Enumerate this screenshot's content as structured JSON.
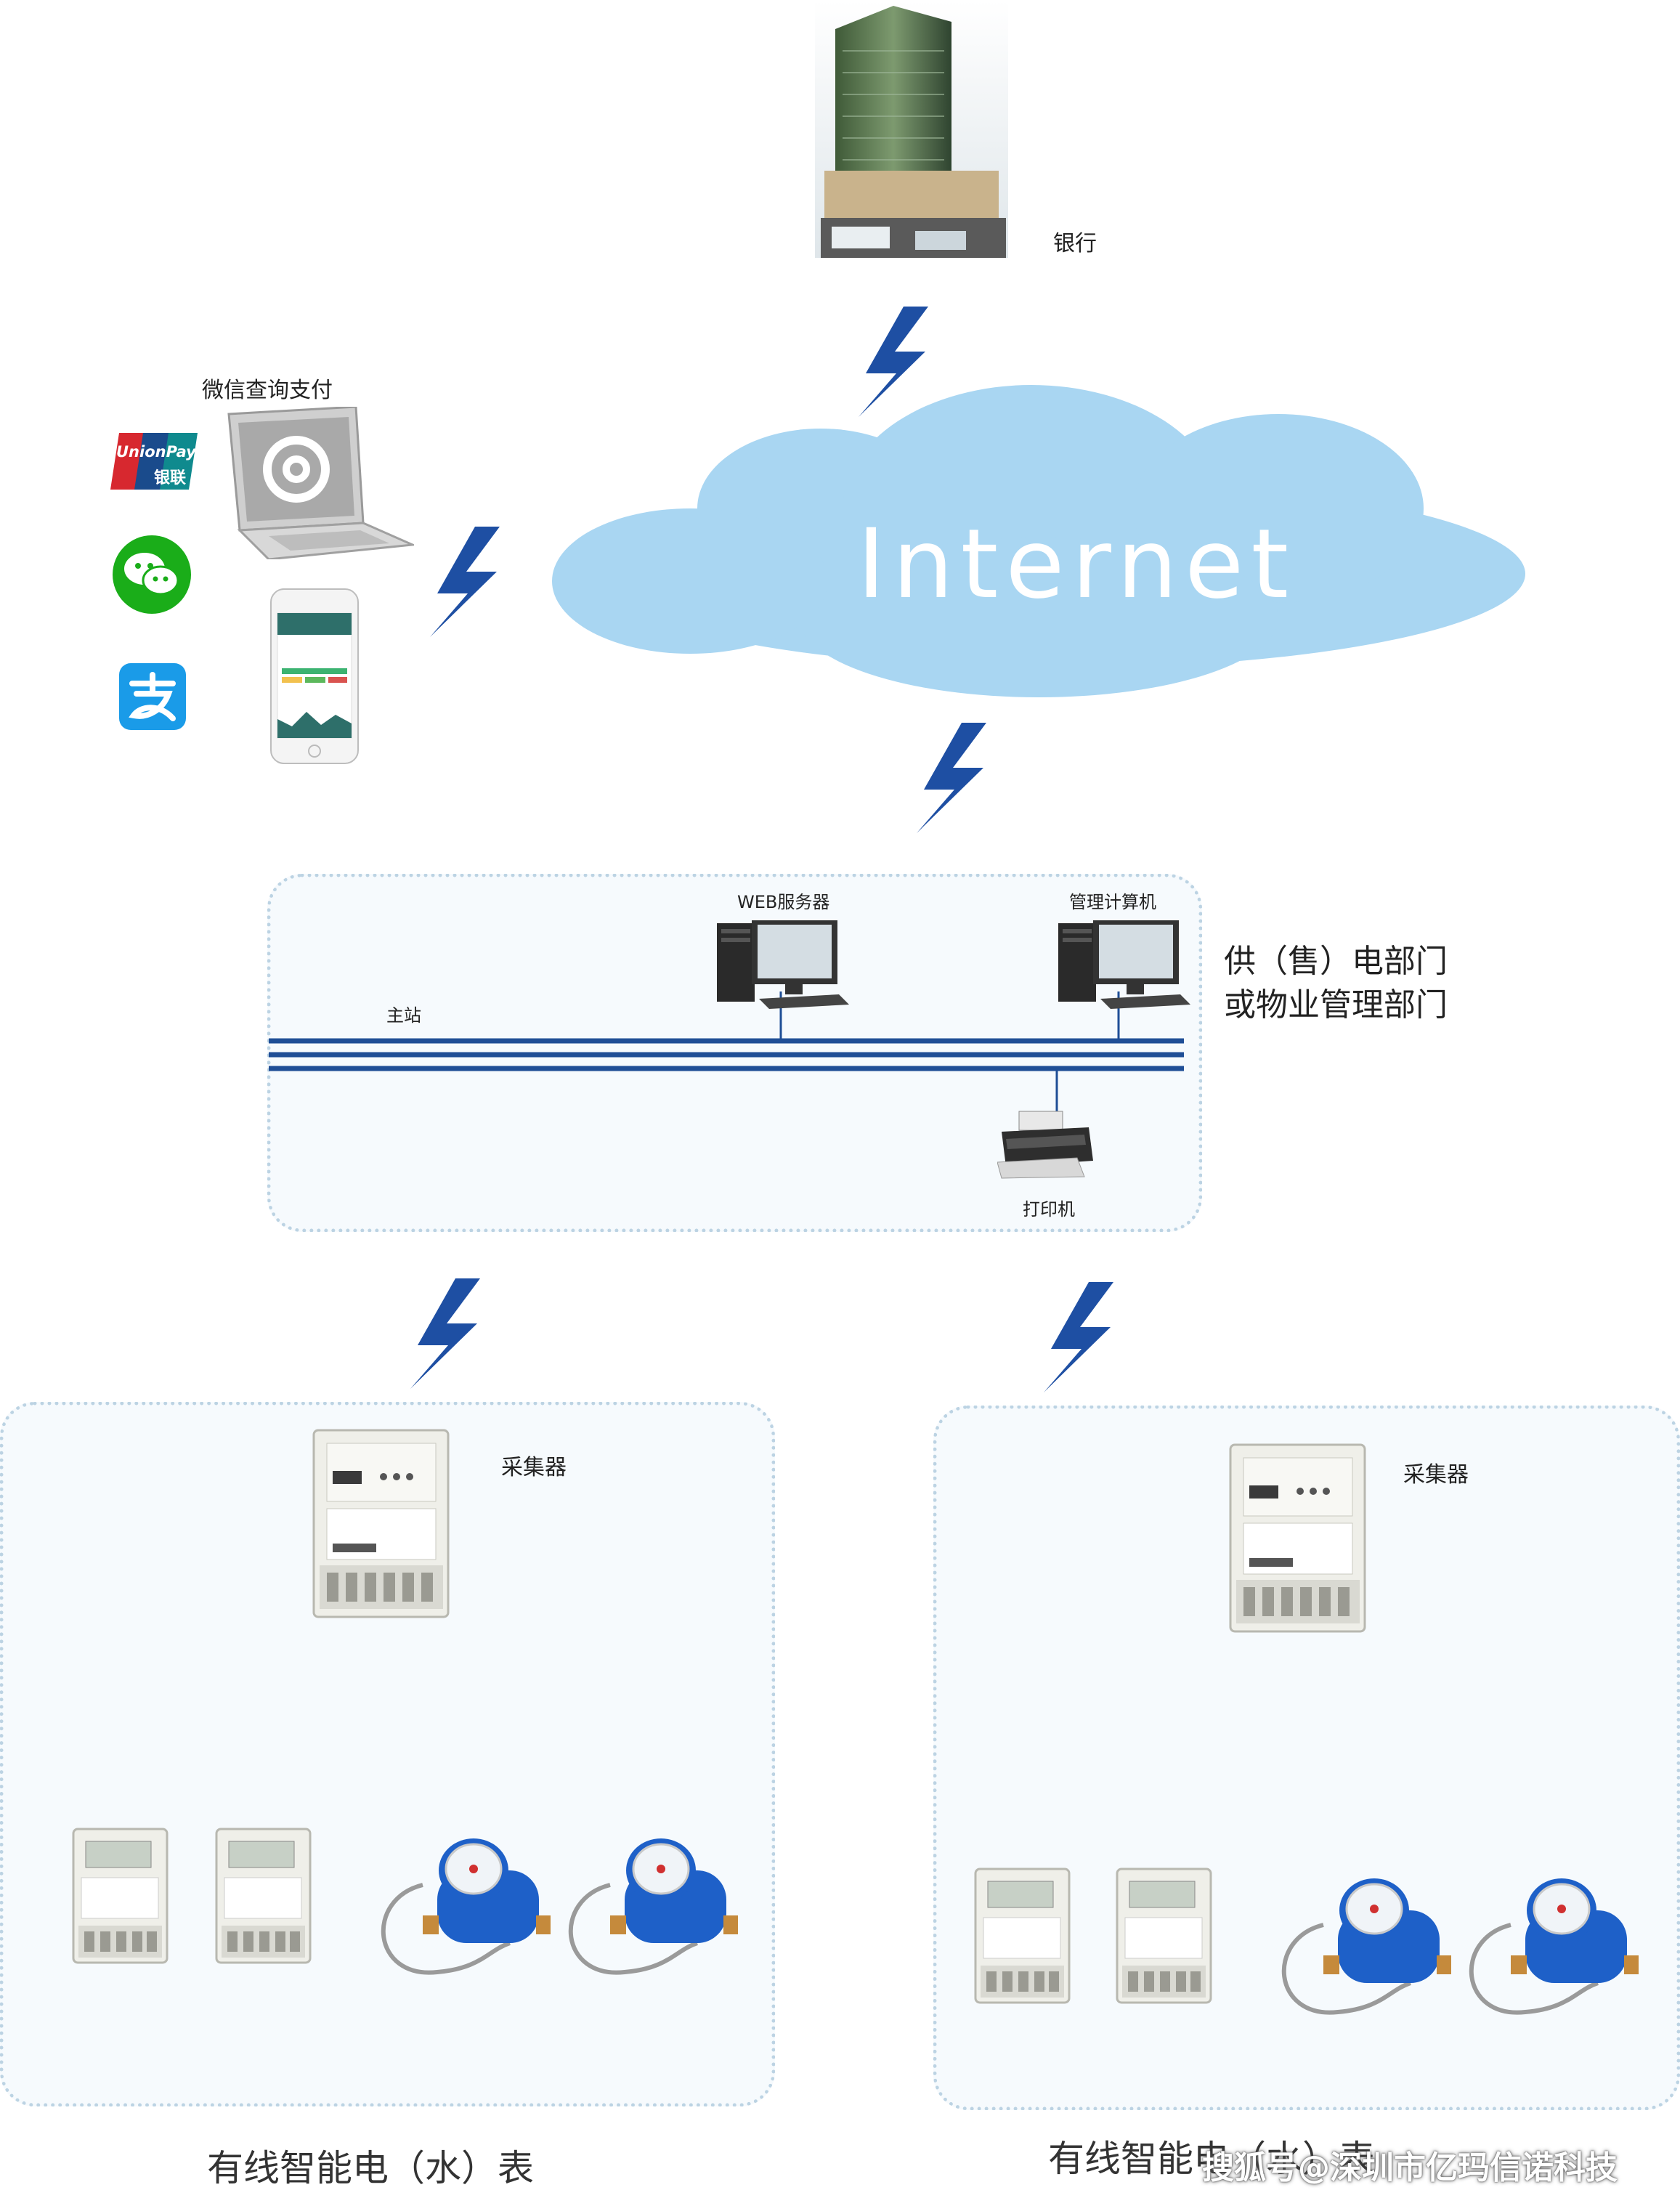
{
  "colors": {
    "bolt": "#1e4fa3",
    "cloud": "#a9d6f2",
    "bus": "#1f4e96",
    "panel_border": "#bcd3e3",
    "panel_fill": "#f6fafd"
  },
  "top": {
    "bank_label": "银行",
    "internet_label": "Internet"
  },
  "payment": {
    "title": "微信查询支付",
    "icons": [
      "unionpay-icon",
      "wechat-icon",
      "alipay-icon",
      "laptop-icon",
      "smartphone-icon"
    ],
    "unionpay_text": "UnionPay",
    "unionpay_cn": "银联"
  },
  "station": {
    "web_server_label": "WEB服务器",
    "mgmt_pc_label": "管理计算机",
    "master_label": "主站",
    "printer_label": "打印机",
    "dept_line1": "供（售）电部门",
    "dept_line2": "或物业管理部门"
  },
  "left_group": {
    "collector_label": "采集器",
    "caption": "有线智能电（水）表"
  },
  "right_group": {
    "collector_label": "采集器",
    "caption": "有线智能电（水）表"
  },
  "watermark": "搜狐号@深圳市亿玛信诺科技"
}
